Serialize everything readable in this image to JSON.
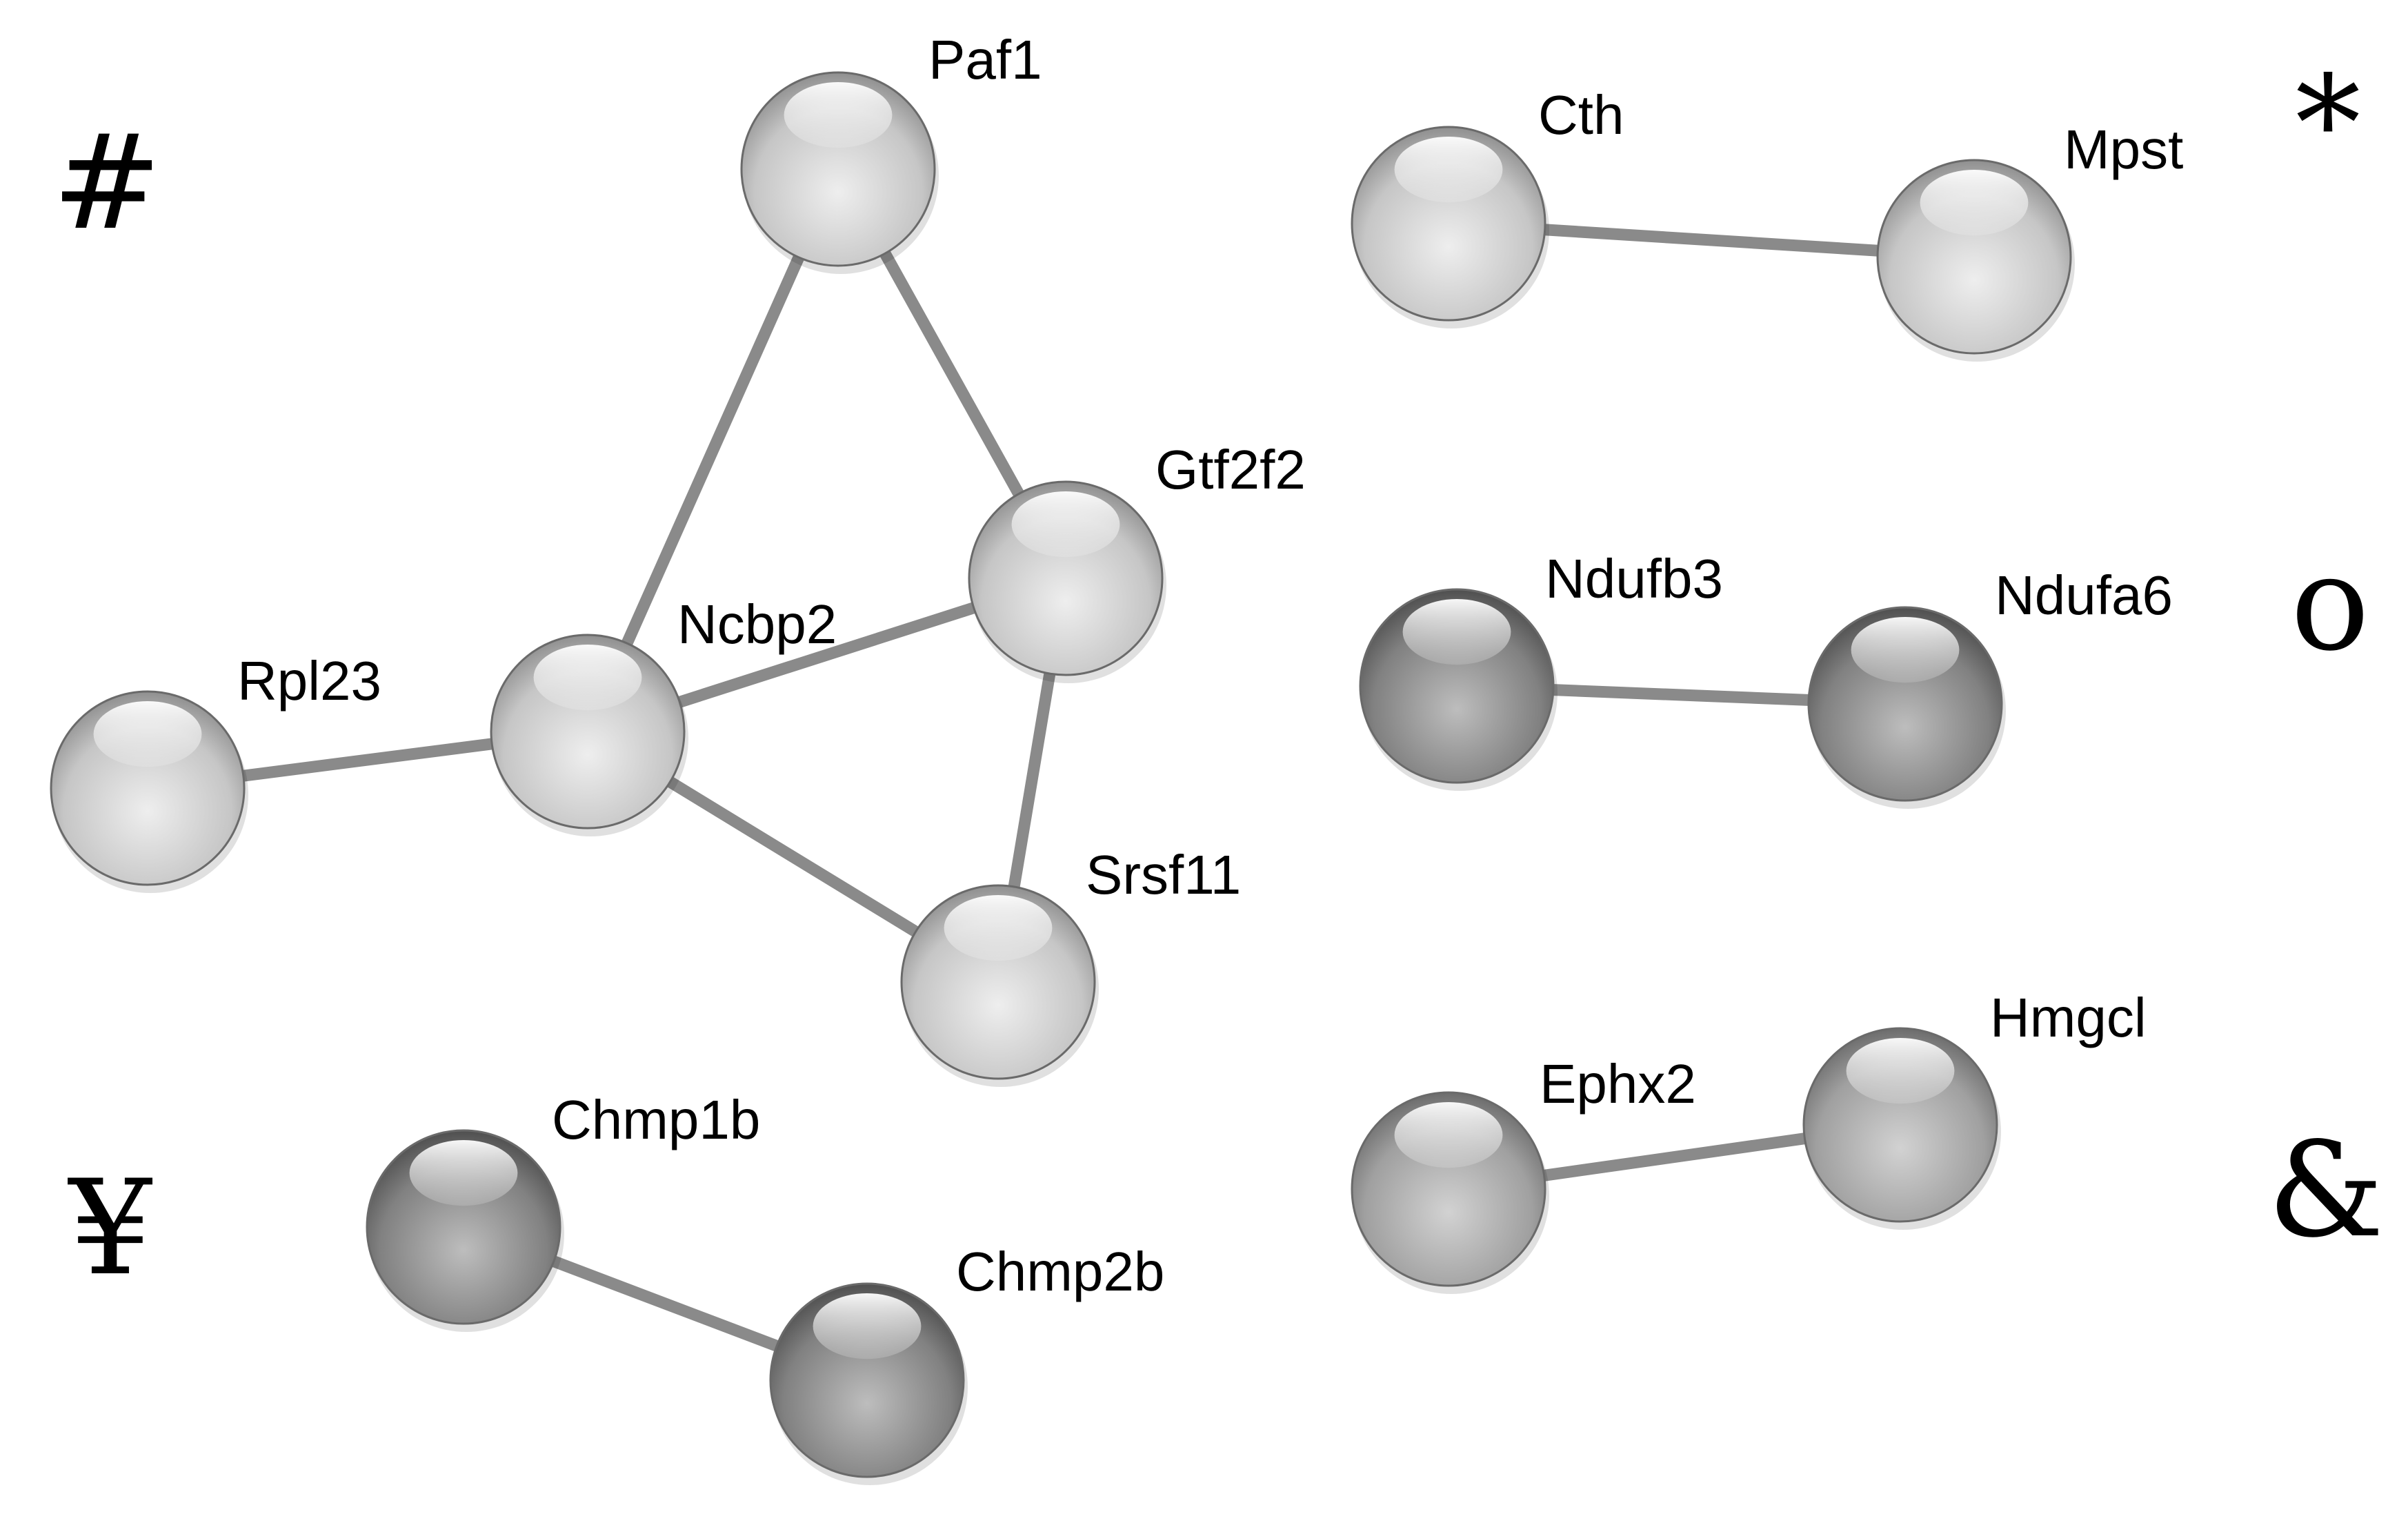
{
  "nodes": [
    {
      "id": "paf1",
      "label": "Paf1",
      "shade": "light"
    },
    {
      "id": "gtf2f2",
      "label": "Gtf2f2",
      "shade": "light"
    },
    {
      "id": "ncbp2",
      "label": "Ncbp2",
      "shade": "light"
    },
    {
      "id": "rpl23",
      "label": "Rpl23",
      "shade": "light"
    },
    {
      "id": "srsf11",
      "label": "Srsf11",
      "shade": "light"
    },
    {
      "id": "cth",
      "label": "Cth",
      "shade": "light"
    },
    {
      "id": "mpst",
      "label": "Mpst",
      "shade": "light"
    },
    {
      "id": "ndufb3",
      "label": "Ndufb3",
      "shade": "dark"
    },
    {
      "id": "ndufa6",
      "label": "Ndufa6",
      "shade": "dark"
    },
    {
      "id": "ephx2",
      "label": "Ephx2",
      "shade": "medium"
    },
    {
      "id": "hmgcl",
      "label": "Hmgcl",
      "shade": "medium"
    },
    {
      "id": "chmp1b",
      "label": "Chmp1b",
      "shade": "dark"
    },
    {
      "id": "chmp2b",
      "label": "Chmp2b",
      "shade": "dark"
    }
  ],
  "edges": [
    {
      "source": "paf1",
      "target": "ncbp2"
    },
    {
      "source": "paf1",
      "target": "gtf2f2"
    },
    {
      "source": "ncbp2",
      "target": "gtf2f2"
    },
    {
      "source": "gtf2f2",
      "target": "srsf11"
    },
    {
      "source": "ncbp2",
      "target": "srsf11"
    },
    {
      "source": "rpl23",
      "target": "ncbp2"
    },
    {
      "source": "cth",
      "target": "mpst"
    },
    {
      "source": "ndufb3",
      "target": "ndufa6"
    },
    {
      "source": "ephx2",
      "target": "hmgcl"
    },
    {
      "source": "chmp1b",
      "target": "chmp2b"
    }
  ],
  "markers": [
    {
      "id": "hash",
      "symbol": "#"
    },
    {
      "id": "asterisk",
      "symbol": "*"
    },
    {
      "id": "circle",
      "symbol": "o"
    },
    {
      "id": "yen",
      "symbol": "¥"
    },
    {
      "id": "ampersand",
      "symbol": "&"
    }
  ],
  "colors": {
    "edge": "#8a8a8a",
    "label": "#000000",
    "node_light": "#c8c8c8",
    "node_medium": "#a4a4a4",
    "node_dark": "#7e7e7e"
  }
}
